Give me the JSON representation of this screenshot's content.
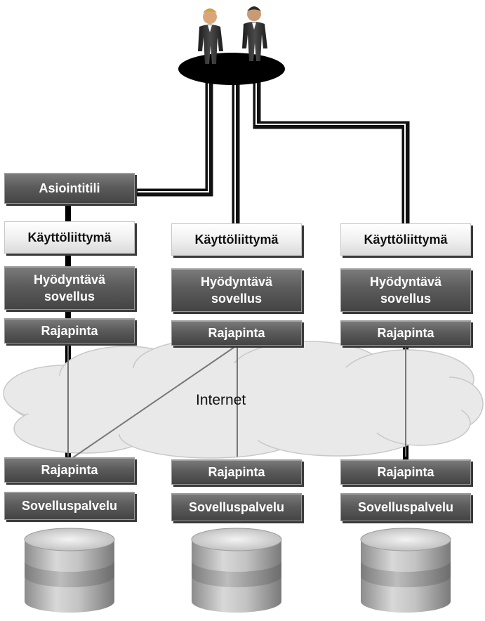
{
  "account": {
    "label": "Asiointitili"
  },
  "columns": [
    {
      "ui": "Käyttöliittymä",
      "app": "Hyödyntävä\nsovellus",
      "api_top": "Rajapinta",
      "api_bottom": "Rajapinta",
      "service": "Sovelluspalvelu"
    },
    {
      "ui": "Käyttöliittymä",
      "app": "Hyödyntävä\nsovellus",
      "api_top": "Rajapinta",
      "api_bottom": "Rajapinta",
      "service": "Sovelluspalvelu"
    },
    {
      "ui": "Käyttöliittymä",
      "app": "Hyödyntävä\nsovellus",
      "api_top": "Rajapinta",
      "api_bottom": "Rajapinta",
      "service": "Sovelluspalvelu"
    }
  ],
  "cloud": {
    "label": "Internet"
  },
  "icons": {
    "users": "two-businessmen-icon",
    "database": "database-cylinder-icon"
  }
}
